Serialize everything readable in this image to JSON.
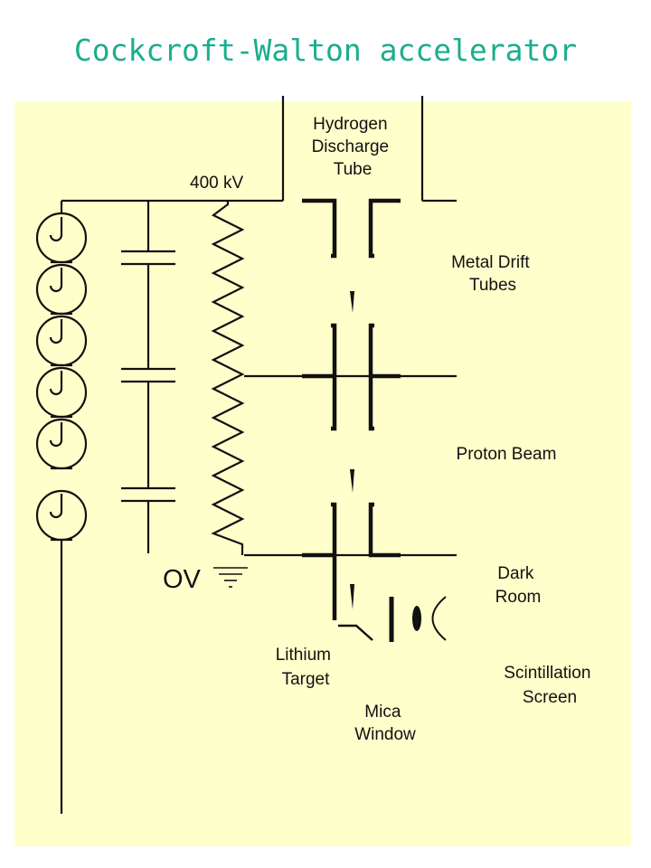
{
  "title": "Cockcroft-Walton accelerator",
  "labels": {
    "hydrogen_tube": [
      "Hydrogen",
      "Discharge",
      "Tube"
    ],
    "voltage": "400 kV",
    "drift_tubes": [
      "Metal Drift",
      "Tubes"
    ],
    "proton_beam": "Proton Beam",
    "dark_room": [
      "Dark",
      "Room"
    ],
    "ground": "OV",
    "lithium_target": [
      "Lithium",
      "Target"
    ],
    "scintillation_screen": [
      "Scintillation",
      "Screen"
    ],
    "mica_window": [
      "Mica",
      "Window"
    ]
  }
}
